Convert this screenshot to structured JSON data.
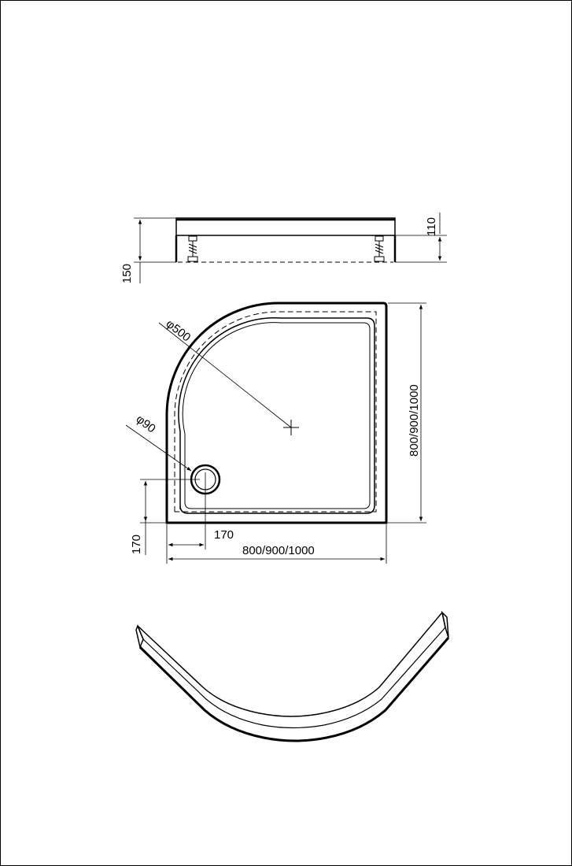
{
  "drawing": {
    "line_color": "#000000",
    "background": "#ffffff",
    "side_view": {
      "total_height": "150",
      "tray_height": "110"
    },
    "plan_view": {
      "corner_diameter": "φ500",
      "drain_diameter": "φ90",
      "drain_offset_x": "170",
      "drain_offset_y": "170",
      "width": "800/900/1000",
      "depth": "800/900/1000"
    }
  }
}
